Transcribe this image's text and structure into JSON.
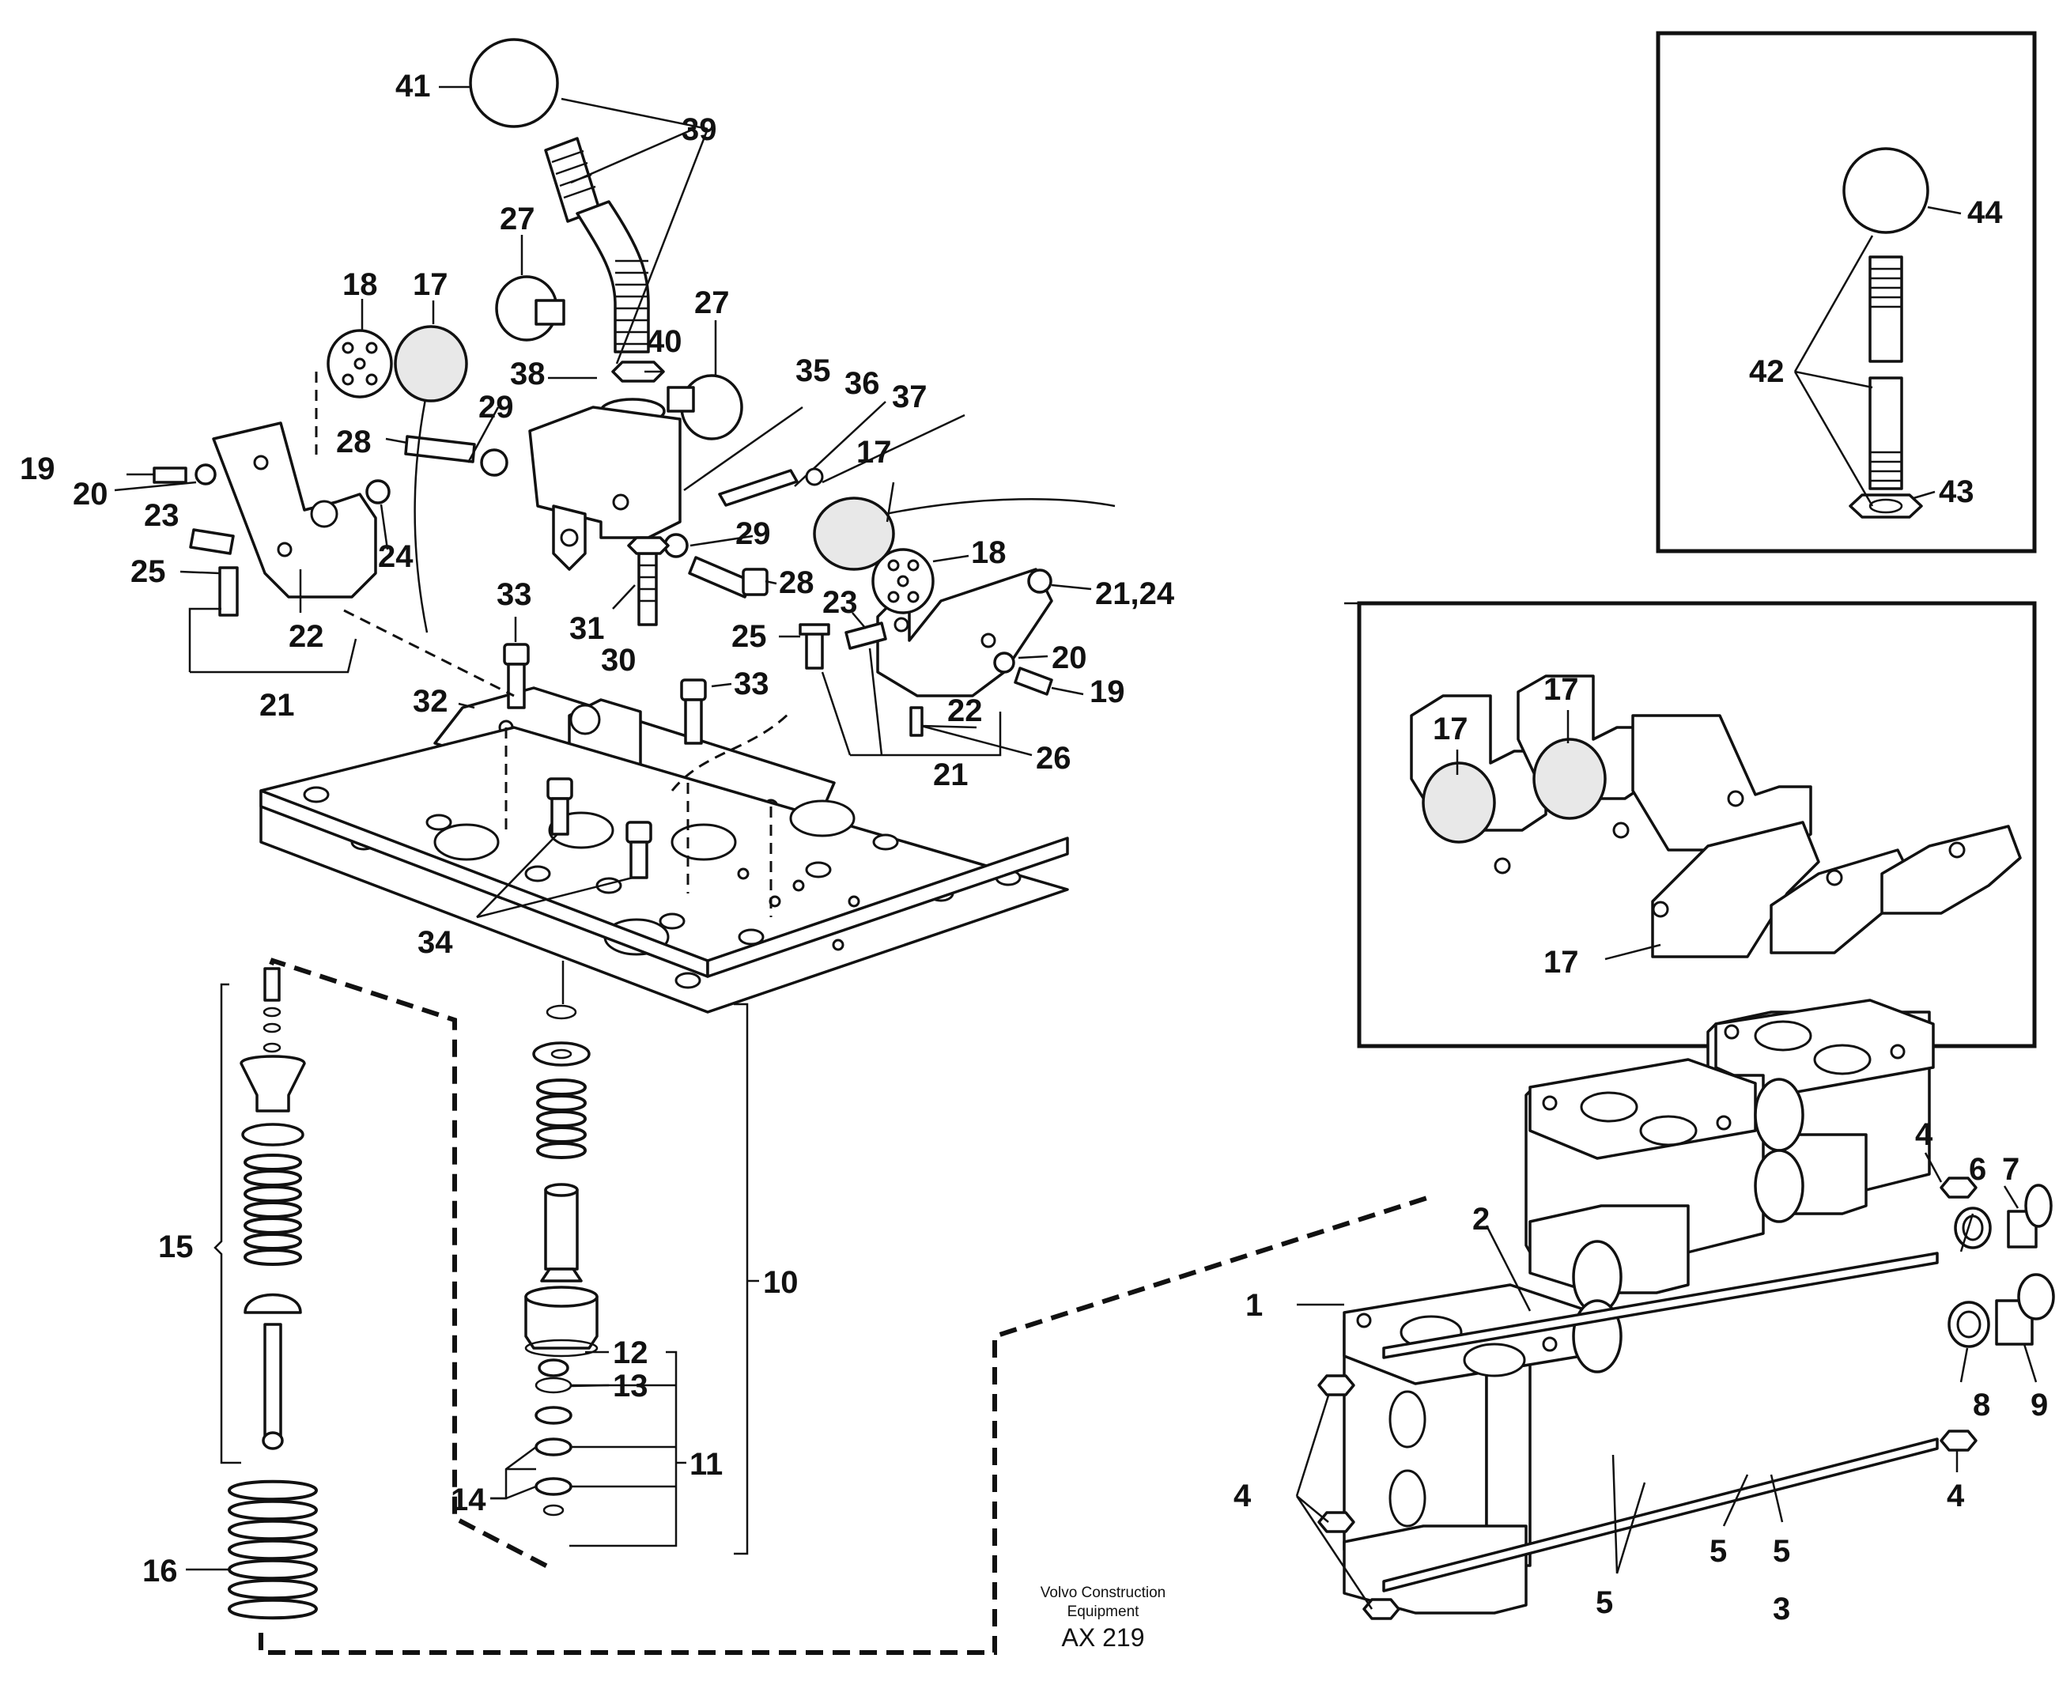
{
  "labels": {
    "l1": "1",
    "l2": "2",
    "l3": "3",
    "l4a": "4",
    "l4b": "4",
    "l4c": "4",
    "l5a": "5",
    "l5b": "5",
    "l5c": "5",
    "l6": "6",
    "l7": "7",
    "l8": "8",
    "l9": "9",
    "l10": "10",
    "l11": "11",
    "l12": "12",
    "l13": "13",
    "l14": "14",
    "l15": "15",
    "l16": "16",
    "l17a": "17",
    "l17b": "17",
    "l17c": "17",
    "l17d": "17",
    "l17e": "17",
    "l18a": "18",
    "l18b": "18",
    "l19a": "19",
    "l19b": "19",
    "l20a": "20",
    "l20b": "20",
    "l21a": "21",
    "l21b": "21",
    "l2124": "21,24",
    "l22a": "22",
    "l22b": "22",
    "l23a": "23",
    "l23b": "23",
    "l24": "24",
    "l25a": "25",
    "l25b": "25",
    "l26": "26",
    "l27a": "27",
    "l27b": "27",
    "l28a": "28",
    "l28b": "28",
    "l29a": "29",
    "l29b": "29",
    "l30": "30",
    "l31": "31",
    "l32": "32",
    "l33a": "33",
    "l33b": "33",
    "l34": "34",
    "l35": "35",
    "l36": "36",
    "l37": "37",
    "l38": "38",
    "l39": "39",
    "l40": "40",
    "l41": "41",
    "l42": "42",
    "l43": "43",
    "l44": "44"
  },
  "credit": {
    "line1": "Volvo Construction",
    "line2": "Equipment",
    "code": "AX 219"
  }
}
